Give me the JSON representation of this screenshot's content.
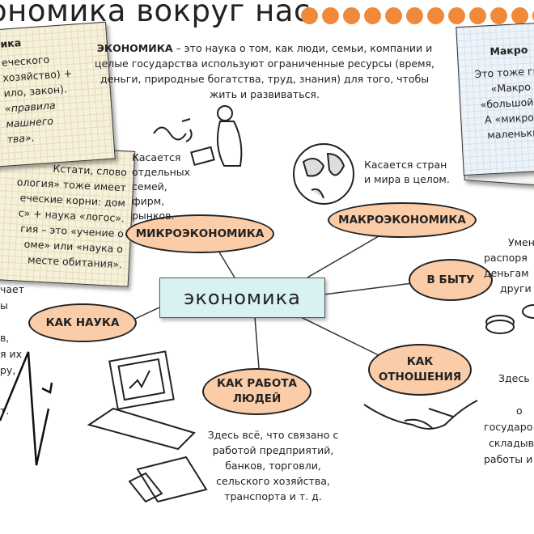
{
  "title": "ономика вокруг нас",
  "intro": {
    "bold": "ЭКОНОМИКА",
    "rest": " – это наука о том, как люди, семьи, компании и целые государства используют ограниченные ресурсы (время, деньги, природные богатства, труд, знания) для того, чтобы жить и развиваться."
  },
  "note_left_top": {
    "heading": "ика",
    "lines": [
      "еческого",
      "хозяйство) +",
      "ило, закон).",
      "«правила",
      "машнего",
      "тва»."
    ]
  },
  "note_left_bottom": {
    "lines": [
      "Кстати, слово",
      "ология» тоже имеет",
      "еческие корни: дом",
      "с» + наука «логос».",
      "гия – это «учение о",
      "оме» или «наука о",
      "месте обитания»."
    ]
  },
  "note_right": {
    "heading": "Макро",
    "lines": [
      "Это тоже гре",
      "«Макро",
      "«большой»,",
      "А «микро»",
      "маленьки"
    ]
  },
  "center": "экономика",
  "nodes": {
    "micro": "МИКРОЭКОНОМИКА",
    "macro": "МАКРОЭКОНОМИКА",
    "daily": "В БЫТУ",
    "science": "КАК НАУКА",
    "work": "КАК РАБОТА ЛЮДЕЙ",
    "relations": "КАК ОТНОШЕНИЯ"
  },
  "captions": {
    "micro": "Касается отдельных семей, фирм, рынков.",
    "macro": "Касается стран и мира в целом.",
    "daily": [
      "Умен",
      "распоря",
      "деньгам",
      "други"
    ],
    "science": [
      "чает",
      "ы",
      "",
      "в,",
      "я их",
      "ру,",
      "",
      "т."
    ],
    "work": "Здесь всё, что связано с работой предприятий, банков, торговли, сельского хозяйства, транспорта и т. д.",
    "relations": [
      "Здесь",
      "",
      "о",
      "государо",
      "складыв",
      "работы и"
    ]
  }
}
